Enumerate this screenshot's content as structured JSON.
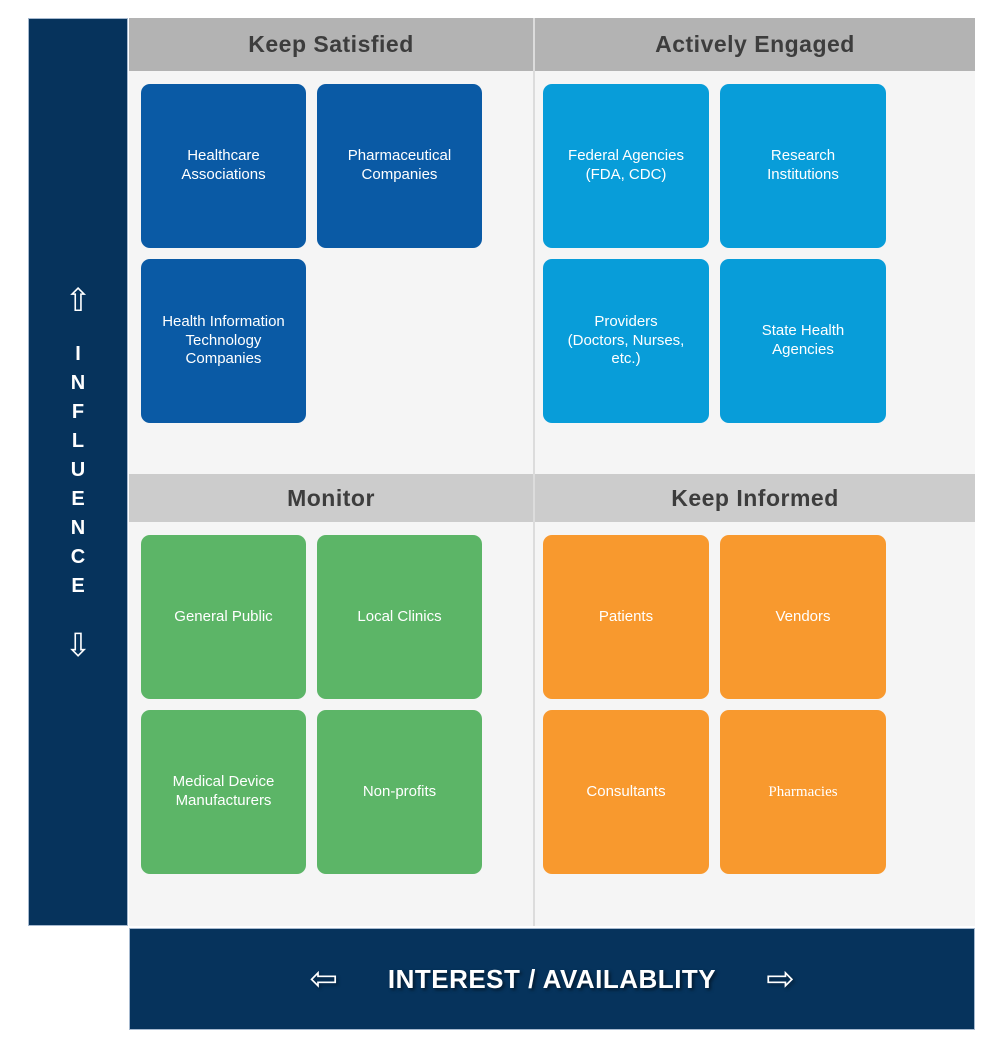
{
  "influence_axis": {
    "label": "INFLUENCE",
    "label_stacked": "I\nN\nF\nL\nU\nE\nN\nC\nE",
    "up_arrow": "⇧",
    "down_arrow": "⇩"
  },
  "interest_axis": {
    "label": "INTEREST / AVAILABLITY",
    "left_arrow": "⇦",
    "right_arrow": "⇨"
  },
  "quadrants": [
    {
      "key": "keep-satisfied",
      "title": "Keep Satisfied",
      "card_color": "#0a5aa5",
      "cards": [
        {
          "label": "Healthcare\nAssociations"
        },
        {
          "label": "Pharmaceutical\nCompanies"
        },
        {
          "label": "Health Information\nTechnology\nCompanies"
        }
      ]
    },
    {
      "key": "actively-engaged",
      "title": "Actively Engaged",
      "card_color": "#089dd9",
      "cards": [
        {
          "label": "Federal Agencies\n(FDA, CDC)"
        },
        {
          "label": "Research\nInstitutions"
        },
        {
          "label": "Providers\n(Doctors, Nurses,\netc.)"
        },
        {
          "label": "State Health\nAgencies"
        }
      ]
    },
    {
      "key": "monitor",
      "title": "Monitor",
      "card_color": "#5cb567",
      "cards": [
        {
          "label": "General Public"
        },
        {
          "label": "Local Clinics"
        },
        {
          "label": "Medical Device\nManufacturers"
        },
        {
          "label": "Non-profits"
        }
      ]
    },
    {
      "key": "keep-informed",
      "title": "Keep Informed",
      "card_color": "#f8992e",
      "cards": [
        {
          "label": "Patients"
        },
        {
          "label": "Vendors"
        },
        {
          "label": "Consultants"
        },
        {
          "label": "Pharmacies"
        }
      ]
    }
  ],
  "colors": {
    "navy": "#06335c",
    "header_top_bg": "#b3b3b3",
    "header_bottom_bg": "#cccccc",
    "header_text": "#3d3d3d",
    "panel_bg": "#f5f5f5",
    "card_text": "#ffffff",
    "keep_satisfied_card": "#0a5aa5",
    "actively_engaged_card": "#089dd9",
    "monitor_card": "#5cb567",
    "keep_informed_card": "#f8992e"
  }
}
